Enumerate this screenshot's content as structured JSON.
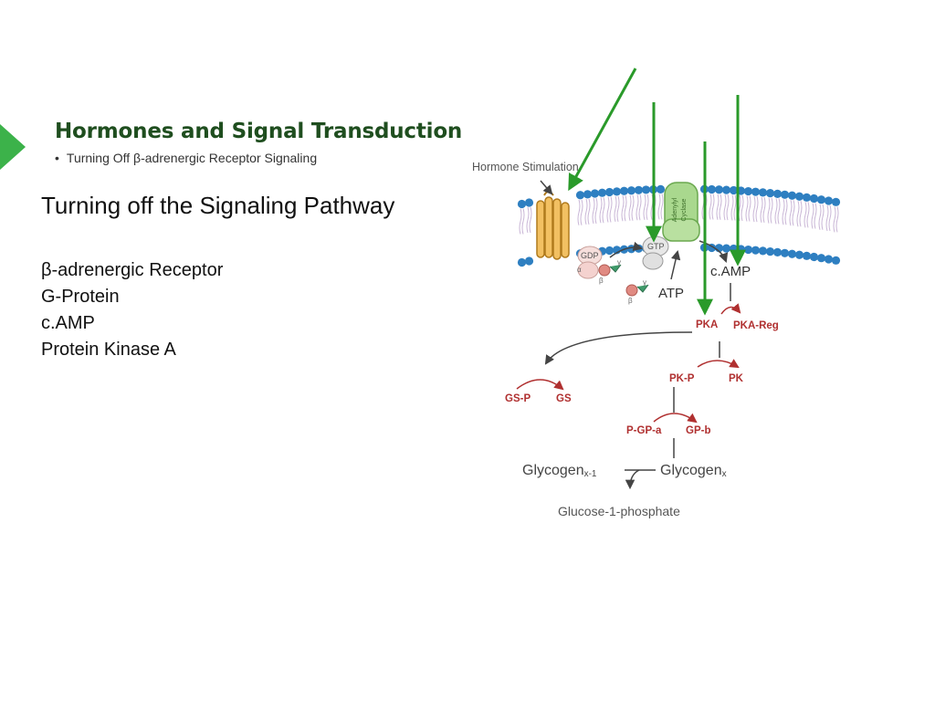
{
  "slide": {
    "title": "Hormones and Signal Transduction",
    "subtitle": "Turning Off β-adrenergic Receptor Signaling",
    "bullet": "•",
    "heading": "Turning off the Signaling Pathway",
    "terms": [
      "β-adrenergic Receptor",
      "G-Protein",
      "c.AMP",
      "Protein Kinase A"
    ]
  },
  "diagram": {
    "hormone_label": "Hormone Stimulation",
    "enzyme_label_1": "Adenylyl",
    "enzyme_label_2": "Cyclase",
    "gdp": "GDP",
    "gtp": "GTP",
    "alpha": "α",
    "beta": "β",
    "gamma": "γ",
    "camp": "c.AMP",
    "atp": "ATP",
    "pka": "PKA",
    "pka_reg": "PKA-Reg",
    "pk_p": "PK-P",
    "pk": "PK",
    "gs_p": "GS-P",
    "gs": "GS",
    "pgp_a": "P-GP-a",
    "gp_b": "GP-b",
    "glycogen": "Glycogen",
    "sub_x1": "x-1",
    "sub_x": "x",
    "g1p": "Glucose-1-phosphate"
  },
  "colors": {
    "accent_green": "#3cb24a",
    "pointer_green": "#2a9a2a",
    "enzyme_red": "#c0392b",
    "membrane_blue": "#2e7fc1"
  }
}
